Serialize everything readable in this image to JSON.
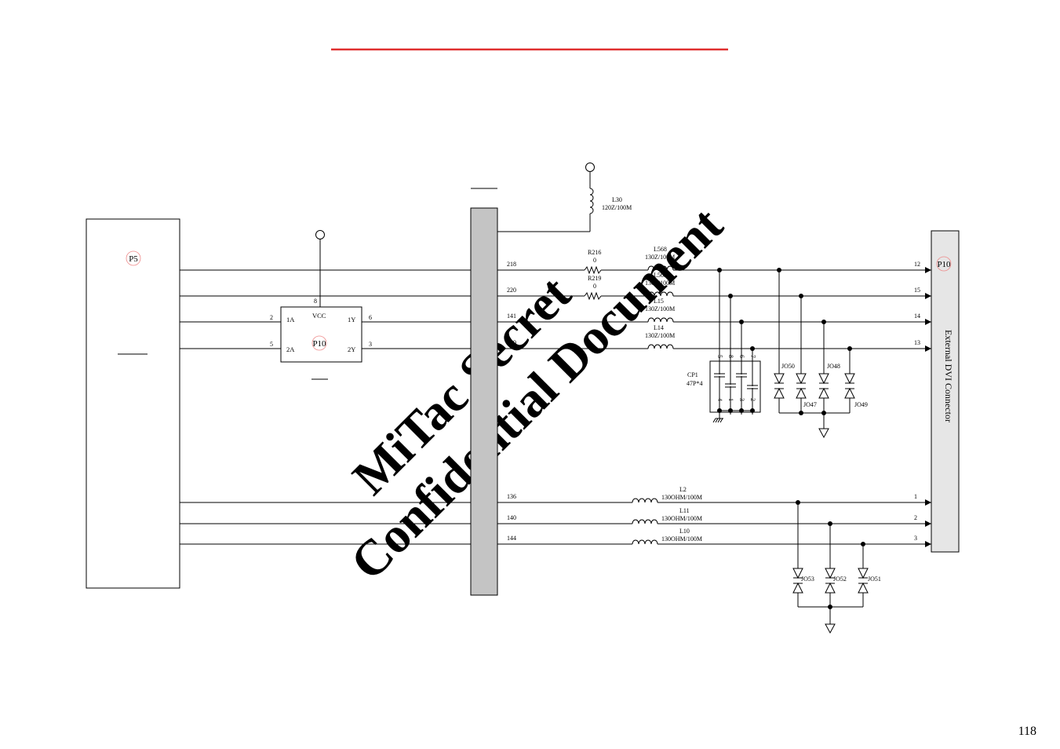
{
  "page_number": "118",
  "watermark": {
    "line1": "MiTac Secret",
    "line2": "Confidential Document"
  },
  "page_refs": {
    "left_block": "P5",
    "buffer": "P10",
    "connector": "P10"
  },
  "connector": {
    "title": "External DVI Connector"
  },
  "buffer_ic": {
    "vcc": "VCC",
    "in_a": "1A",
    "in_b": "2A",
    "out_a": "1Y",
    "out_b": "2Y",
    "pin_vcc": "8",
    "pin_1a": "2",
    "pin_2a": "5",
    "pin_1y": "6",
    "pin_2y": "3"
  },
  "l30": {
    "ref": "L30",
    "value": "120Z/100M"
  },
  "signals": [
    {
      "pin_left": "218",
      "pin_right": "12",
      "resistor": "R216",
      "resistor_value": "0",
      "inductor": "L568",
      "inductor_value": "130Z/100M"
    },
    {
      "pin_left": "220",
      "pin_right": "15",
      "resistor": "R219",
      "resistor_value": "0",
      "inductor": "L569",
      "inductor_value": "130Z/100M"
    },
    {
      "pin_left": "141",
      "pin_right": "14",
      "inductor": "L15",
      "inductor_value": "130Z/100M"
    },
    {
      "pin_left": "139",
      "pin_right": "13",
      "inductor": "L14",
      "inductor_value": "130Z/100M"
    },
    {
      "pin_left": "136",
      "pin_right": "1",
      "inductor": "L2",
      "inductor_value": "130OHM/100M"
    },
    {
      "pin_left": "140",
      "pin_right": "2",
      "inductor": "L11",
      "inductor_value": "130OHM/100M"
    },
    {
      "pin_left": "144",
      "pin_right": "3",
      "inductor": "L10",
      "inductor_value": "130OHM/100M"
    }
  ],
  "cap_pack": {
    "ref": "CP1",
    "value": "47P*4",
    "top_pins": [
      "5",
      "8",
      "6",
      "7"
    ],
    "bottom_pins": [
      "4",
      "1",
      "3",
      "2"
    ]
  },
  "diodes": {
    "upper_top": [
      "JO50",
      "JO48"
    ],
    "upper_bottom": [
      "JO47",
      "JO49"
    ],
    "lower": [
      "JO53",
      "JO52",
      "JO51"
    ]
  }
}
